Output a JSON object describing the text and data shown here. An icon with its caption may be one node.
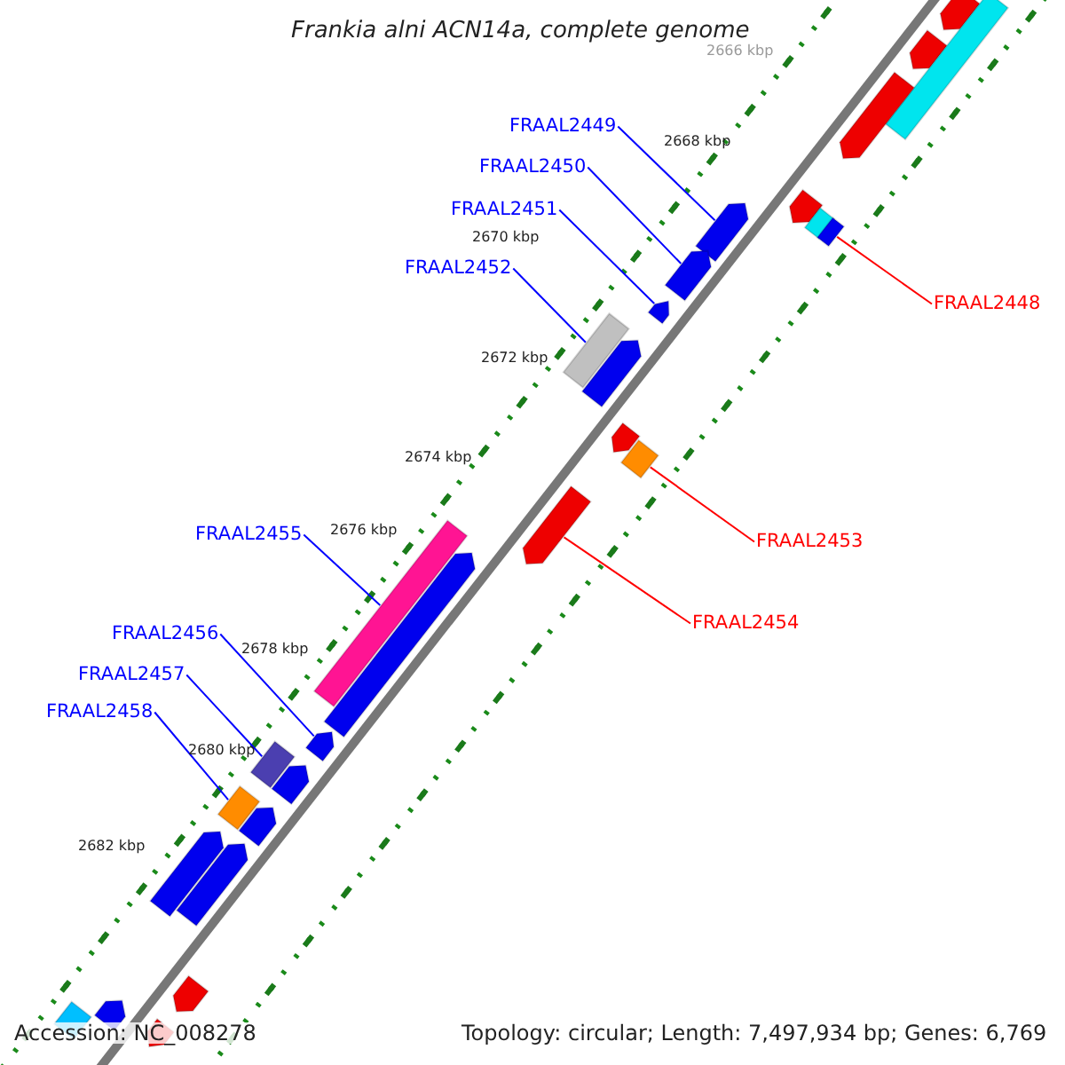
{
  "diagram": {
    "title": "Frankia alni ACN14a, complete genome",
    "nodes": [
      {
        "text": [
          "FRAAL2449"
        ]
      },
      {
        "text": [
          "FRAAL2450"
        ]
      },
      {
        "text": [
          "FRAAL2451"
        ]
      },
      {
        "text": [
          "FRAAL2452"
        ]
      },
      {
        "text": [
          "FRAAL2448"
        ]
      },
      {
        "text": [
          "FRAAL2455"
        ]
      },
      {
        "text": [
          "FRAAL2453"
        ]
      },
      {
        "text": [
          "FRAAL2454"
        ]
      },
      {
        "text": [
          "FRAAL2456"
        ]
      },
      {
        "text": [
          "FRAAL2457"
        ]
      },
      {
        "text": [
          "FRAAL2458"
        ]
      },
      {
        "text": [],
        "shape": "bar"
      },
      {
        "text": [],
        "shape": "bar"
      },
      {
        "text": [],
        "shape": "bar"
      },
      {
        "text": [],
        "shape": "bar"
      },
      {
        "text": [],
        "shape": "bar"
      },
      {
        "text": [],
        "shape": "bar"
      },
      {
        "text": [],
        "shape": "bar"
      },
      {
        "text": [],
        "shape": "bar"
      },
      {
        "text": [],
        "shape": "bar"
      },
      {
        "text": [],
        "shape": "bar"
      },
      {
        "text": [],
        "shape": "bar"
      },
      {
        "text": [],
        "shape": "bar"
      },
      {
        "text": [],
        "shape": "bar"
      },
      {
        "text": [],
        "shape": "bar"
      },
      {
        "text": [],
        "shape": "bar"
      },
      {
        "text": [],
        "shape": "bar"
      },
      {
        "text": [],
        "shape": "bar"
      },
      {
        "text": [],
        "shape": "bar"
      },
      {
        "text": [],
        "shape": "bar"
      },
      {
        "text": [],
        "shape": "bar"
      },
      {
        "text": [],
        "shape": "bar"
      },
      {
        "text": [],
        "shape": "bar"
      },
      {
        "text": [],
        "shape": "bar"
      },
      {
        "text": [],
        "shape": "bar"
      },
      {
        "text": [],
        "shape": "bar"
      },
      {
        "text": [],
        "shape": "bar"
      },
      {
        "text": [],
        "shape": "bar"
      },
      {
        "text": [],
        "shape": "bar"
      }
    ],
    "edges": [
      {
        "from": 0,
        "to": 17,
        "arrow": "none"
      },
      {
        "from": 1,
        "to": 19,
        "arrow": "none"
      },
      {
        "from": 2,
        "to": 20,
        "arrow": "none"
      },
      {
        "from": 3,
        "to": 21,
        "arrow": "none"
      },
      {
        "from": 4,
        "to": 18,
        "arrow": "none",
        "color": "#ff0000"
      },
      {
        "from": 5,
        "to": 26,
        "arrow": "none"
      },
      {
        "from": 6,
        "to": 24,
        "arrow": "none",
        "color": "#ff0000"
      },
      {
        "from": 7,
        "to": 25,
        "arrow": "none",
        "color": "#ff0000"
      },
      {
        "from": 8,
        "to": 28,
        "arrow": "none"
      },
      {
        "from": 9,
        "to": 29,
        "arrow": "none"
      },
      {
        "from": 10,
        "to": 31,
        "arrow": "none"
      }
    ],
    "labels": [
      "2666 kbp",
      "2668 kbp",
      "2670 kbp",
      "2672 kbp",
      "2674 kbp",
      "2676 kbp",
      "2678 kbp",
      "2680 kbp",
      "2682 kbp",
      "Accession: NC_008278",
      "Topology: circular; Length: 7,497,934 bp; Genes: 6,769"
    ]
  }
}
